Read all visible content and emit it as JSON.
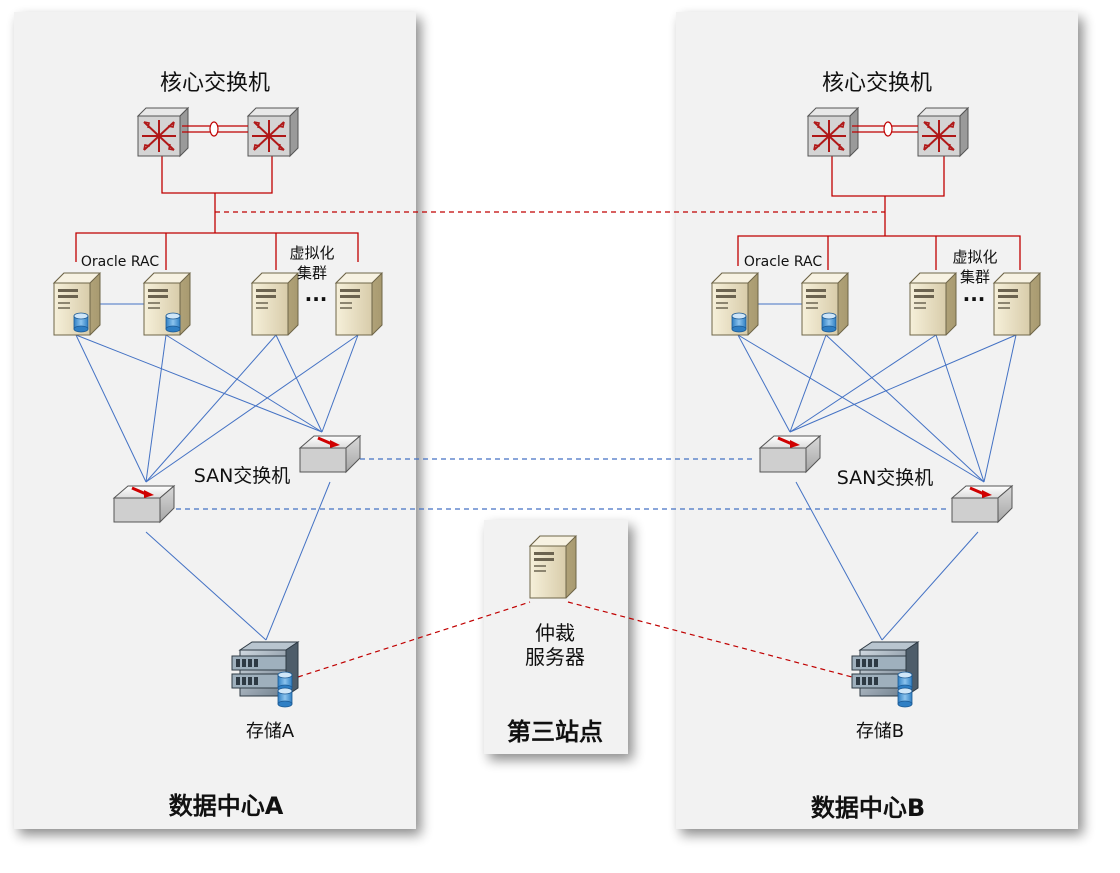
{
  "site_a": {
    "title": "数据中心A",
    "core_switch_label": "核心交换机",
    "rac_label": "Oracle RAC",
    "virt_label_line1": "虚拟化",
    "virt_label_line2": "集群",
    "ellipsis": "···",
    "san_label": "SAN交换机",
    "storage_label": "存储A"
  },
  "site_b": {
    "title": "数据中心B",
    "core_switch_label": "核心交换机",
    "rac_label": "Oracle RAC",
    "virt_label_line1": "虚拟化",
    "virt_label_line2": "集群",
    "ellipsis": "···",
    "san_label": "SAN交换机",
    "storage_label": "存储B"
  },
  "third_site": {
    "title": "第三站点",
    "arbiter_line1": "仲裁",
    "arbiter_line2": "服务器"
  },
  "colors": {
    "panel_bg": "#f2f2f2",
    "lan_link": "#c00000",
    "san_link": "#4472c4",
    "server_body": "#efe6c8",
    "disk": "#3b8fd1"
  }
}
